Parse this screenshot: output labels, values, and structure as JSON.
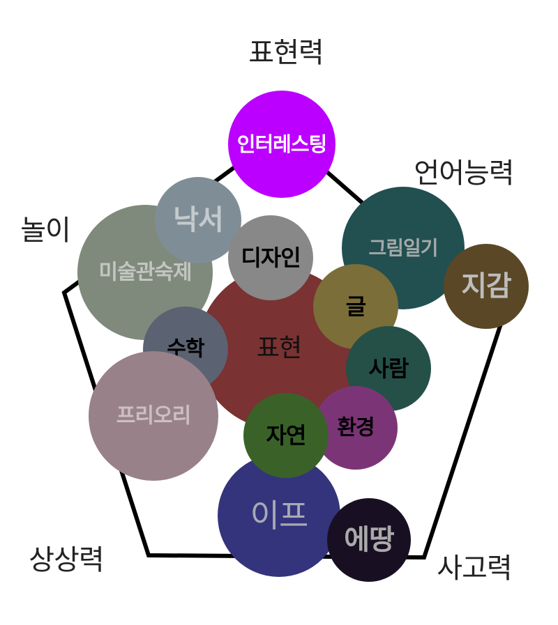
{
  "axes": {
    "top": "표현력",
    "upper_right": "언어능력",
    "upper_left": "놀이",
    "lower_left": "상상력",
    "lower_right": "사고력"
  },
  "bubbles": [
    {
      "label": "미술관숙제",
      "color": "#7f8a7c",
      "text_color": "#c2c6c0"
    },
    {
      "label": "낙서",
      "color": "#7f8e96",
      "text_color": "#c4cacd"
    },
    {
      "label": "표현",
      "color": "#7a3232",
      "text_color": "#111111"
    },
    {
      "label": "디자인",
      "color": "#888888",
      "text_color": "#000000"
    },
    {
      "label": "그림일기",
      "color": "#224f50",
      "text_color": "#a5a9a9"
    },
    {
      "label": "지감",
      "color": "#5a4726",
      "text_color": "#bdbdbd"
    },
    {
      "label": "글",
      "color": "#7b6e38",
      "text_color": "#000000"
    },
    {
      "label": "수학",
      "color": "#5b6272",
      "text_color": "#000000"
    },
    {
      "label": "사람",
      "color": "#245048",
      "text_color": "#000000"
    },
    {
      "label": "프리오리",
      "color": "#998189",
      "text_color": "#cbbfc3"
    },
    {
      "label": "환경",
      "color": "#7b3577",
      "text_color": "#000000"
    },
    {
      "label": "이프",
      "color": "#34347c",
      "text_color": "#a9a9b5"
    },
    {
      "label": "에땅",
      "color": "#181022",
      "text_color": "#aaaaaa"
    },
    {
      "label": "자연",
      "color": "#3a6228",
      "text_color": "#000000"
    },
    {
      "label": "인터레스팅",
      "color": "#bb00ff",
      "text_color": "#ffffff"
    }
  ]
}
